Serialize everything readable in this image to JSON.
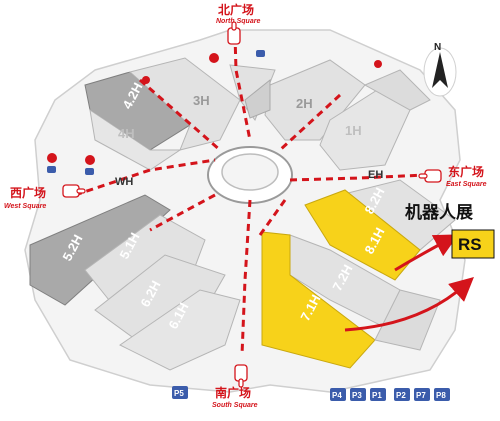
{
  "map": {
    "squares": {
      "north": {
        "cn": "北广场",
        "en": "North Square"
      },
      "south": {
        "cn": "南广场",
        "en": "South Square"
      },
      "west": {
        "cn": "西广场",
        "en": "West Square"
      },
      "east": {
        "cn": "东广场",
        "en": "East Square"
      }
    },
    "halls": {
      "h42": "4.2H",
      "h3": "3H",
      "h4": "4H",
      "h2": "2H",
      "h1": "1H",
      "h52": "5.2H",
      "h51": "5.1H",
      "h62": "6.2H",
      "h61": "6.1H",
      "h82": "8.2H",
      "h81": "8.1H",
      "h72": "7.2H",
      "h71": "7.1H",
      "wh": "WH",
      "eh": "EH"
    },
    "robot_expo_label": "机器人展",
    "rs_logo_text": "RS",
    "parking": [
      "P5",
      "P4",
      "P3",
      "P1",
      "P2",
      "P7",
      "P8"
    ],
    "colors": {
      "highlight": "#f7d21a",
      "route": "#d4141b",
      "hall_light": "#e2e2e2",
      "hall_dark": "#a9a9a9",
      "parking": "#3b5cab"
    }
  }
}
